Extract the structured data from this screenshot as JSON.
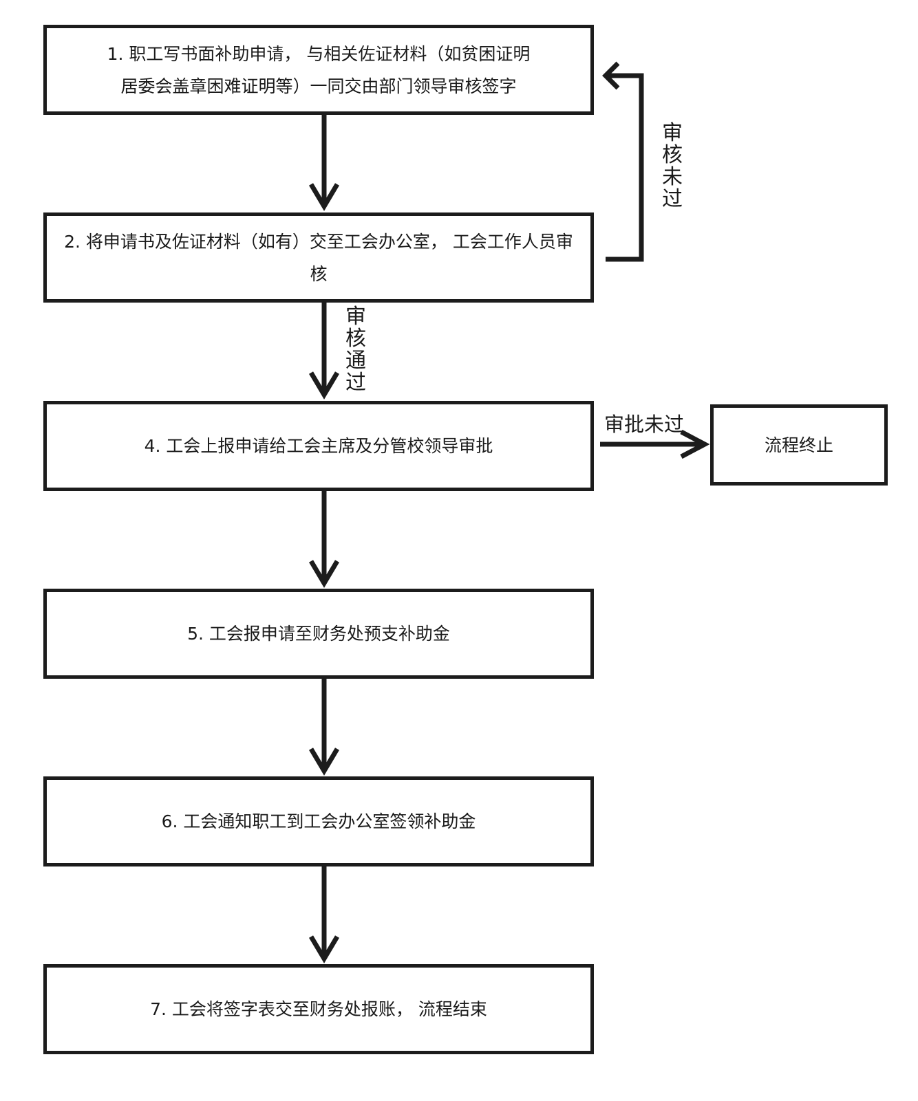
{
  "steps": {
    "s1": "1. 职工写书面补助申请， 与相关佐证材料（如贫困证明居委会盖章困难证明等）一同交由部门领导审核签字",
    "s2": "2. 将申请书及佐证材料（如有）交至工会办公室， 工会工作人员审核",
    "s4": "4. 工会上报申请给工会主席及分管校领导审批",
    "s5": "5. 工会报申请至财务处预支补助金",
    "s6": "6. 工会通知职工到工会办公室签领补助金",
    "s7": "7. 工会将签字表交至财务处报账， 流程结束",
    "end": "流程终止"
  },
  "labels": {
    "review_failed": "审核未过",
    "review_passed": "审核通过",
    "approval_failed": "审批未过"
  }
}
